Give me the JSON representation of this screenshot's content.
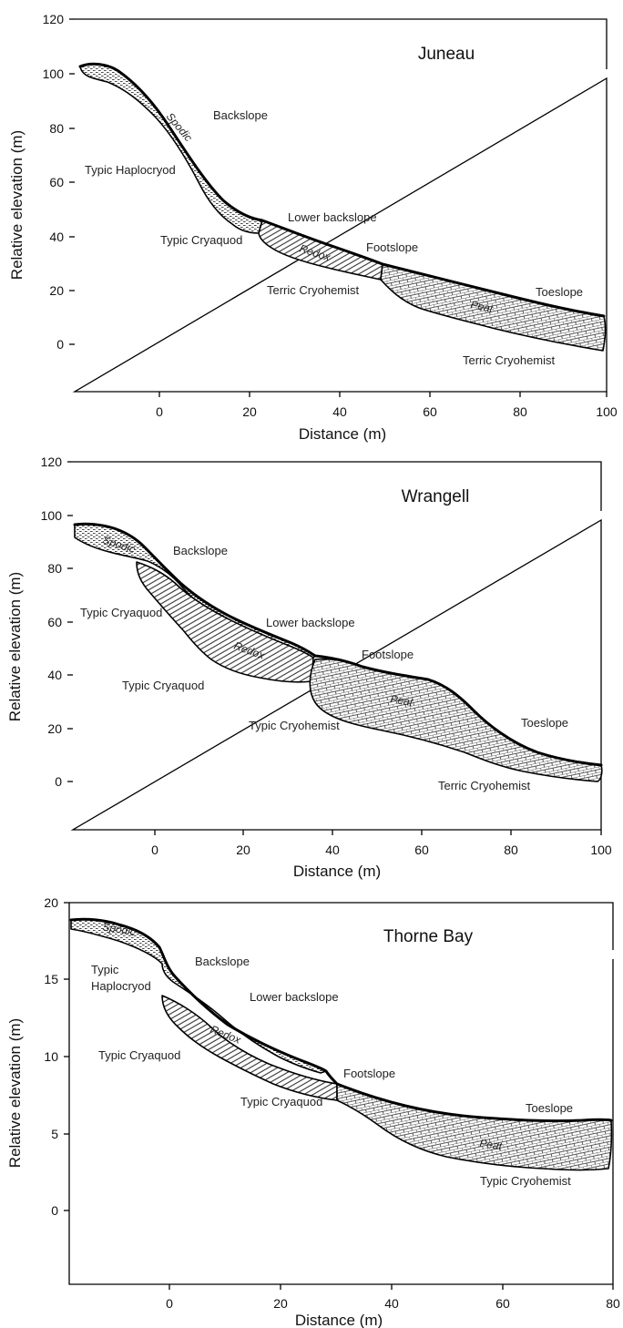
{
  "axis_titles": {
    "x": "Distance (m)",
    "y": "Relative elevation (m)"
  },
  "panels": [
    {
      "title": "Juneau",
      "x_ticks": [
        "0",
        "20",
        "40",
        "60",
        "80",
        "100"
      ],
      "y_ticks": [
        "0",
        "20",
        "40",
        "60",
        "80",
        "100",
        "120"
      ],
      "slope_positions": [
        "Backslope",
        "Lower backslope",
        "Footslope",
        "Toeslope"
      ],
      "horizons": [
        "Spodic",
        "Redox",
        "Peat"
      ],
      "soils": [
        "Typic Haplocryod",
        "Typic Cryaquod",
        "Terric Cryohemist",
        "Terric Cryohemist"
      ]
    },
    {
      "title": "Wrangell",
      "x_ticks": [
        "0",
        "20",
        "40",
        "60",
        "80",
        "100"
      ],
      "y_ticks": [
        "0",
        "20",
        "40",
        "60",
        "80",
        "100",
        "120"
      ],
      "slope_positions": [
        "Backslope",
        "Lower backslope",
        "Footslope",
        "Toeslope"
      ],
      "horizons": [
        "Spodic",
        "Redox",
        "Peat"
      ],
      "soils": [
        "Typic Cryaquod",
        "Typic Cryaquod",
        "Typic Cryohemist",
        "Terric Cryohemist"
      ]
    },
    {
      "title": "Thorne Bay",
      "x_ticks": [
        "0",
        "20",
        "40",
        "60",
        "80"
      ],
      "y_ticks": [
        "0",
        "5",
        "10",
        "15",
        "20"
      ],
      "slope_positions": [
        "Backslope",
        "Lower backslope",
        "Footslope",
        "Toeslope"
      ],
      "horizons": [
        "Spodic",
        "Redox",
        "Peat"
      ],
      "soils": [
        "Typic",
        "Haplocryod",
        "Typic Cryaquod",
        "Typic Cryaquod",
        "Typic Cryohemist"
      ]
    }
  ]
}
